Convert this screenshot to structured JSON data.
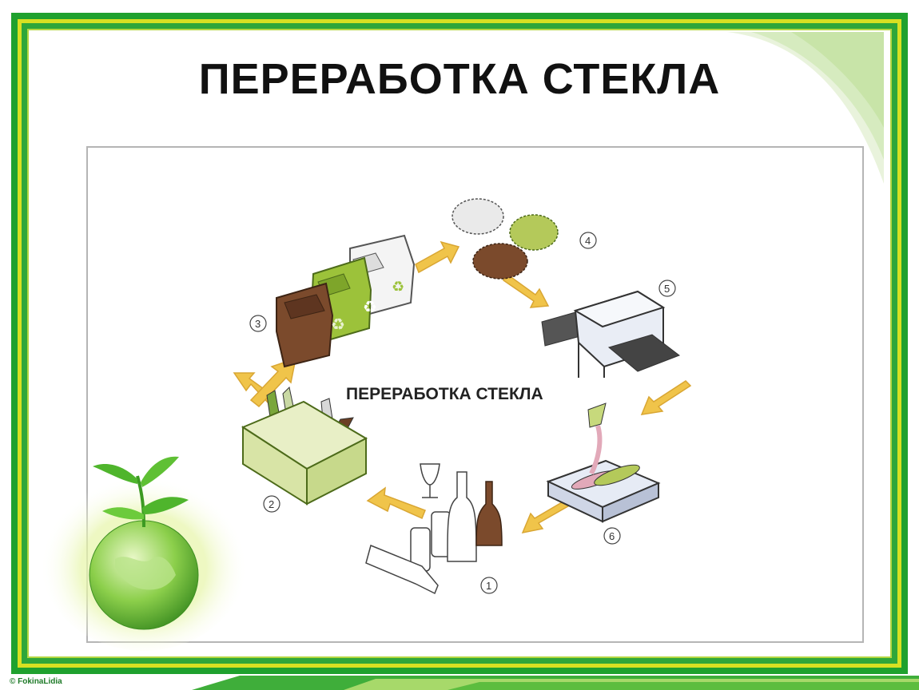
{
  "slide": {
    "title": "ПЕРЕРАБОТКА СТЕКЛА",
    "copyright": "© FokinaLidia"
  },
  "diagram": {
    "center_label": "ПЕРЕРАБОТКА СТЕКЛА",
    "steps": [
      "1",
      "2",
      "3",
      "4",
      "5",
      "6"
    ]
  },
  "colors": {
    "frame_green": "#1fa12e",
    "frame_yellow": "#d8e022",
    "arrow_fill": "#f0c44a",
    "bin_brown": "#7b4a2c",
    "bin_green": "#9cc23a"
  },
  "icons": [
    "recycle-icon",
    "globe-icon",
    "sprout-icon",
    "glass-bottle-icon",
    "crate-icon",
    "conveyor-machine-icon",
    "mold-icon"
  ]
}
